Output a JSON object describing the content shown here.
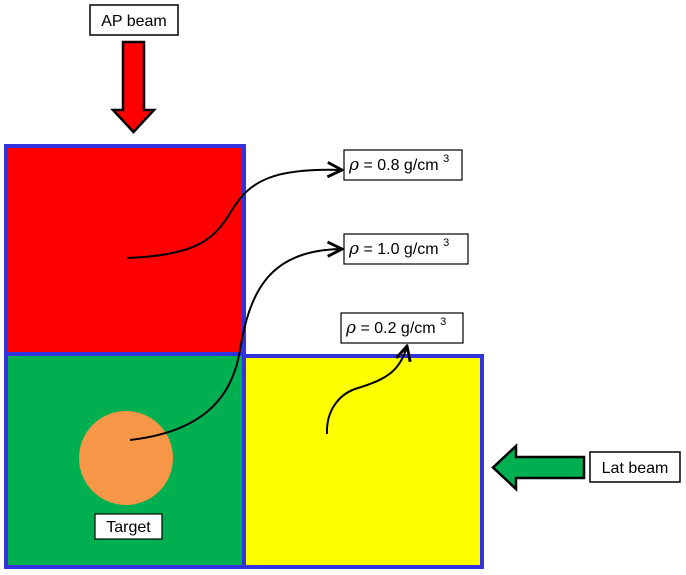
{
  "beams": {
    "ap": {
      "label": "AP beam",
      "color": "#ff0000"
    },
    "lat": {
      "label": "Lat beam",
      "color": "#00b050"
    }
  },
  "regions": [
    {
      "name": "red-block",
      "fill": "#ff0000",
      "density_label": {
        "symbol": "ρ",
        "text": "= 0.8 g/cm",
        "exponent": "3"
      }
    },
    {
      "name": "green-block",
      "fill": "#00b050",
      "density_label": {
        "symbol": "ρ",
        "text": "= 1.0 g/cm",
        "exponent": "3"
      }
    },
    {
      "name": "yellow-block",
      "fill": "#ffff00",
      "density_label": {
        "symbol": "ρ",
        "text": "= 0.2 g/cm",
        "exponent": "3"
      }
    }
  ],
  "target": {
    "label": "Target",
    "fill": "#f79646"
  },
  "border_color": "#3333dd"
}
